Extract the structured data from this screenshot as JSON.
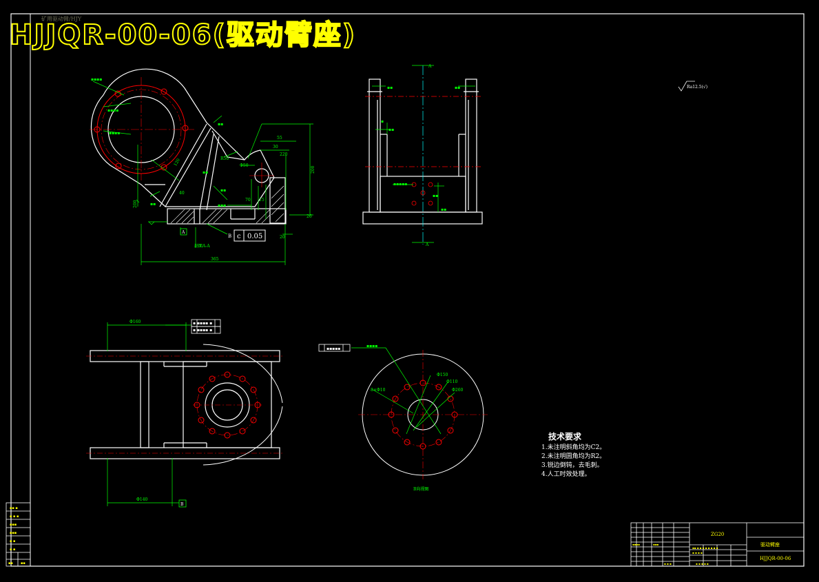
{
  "drawing": {
    "title": "HJJQR-00-06(驱动臂座)",
    "faded_header": "矿用驱动臂/HJY"
  },
  "annotations": {
    "section_label": "剖面A-A",
    "b_view_label": "B向视图",
    "tolerance_value": "0.05",
    "tolerance_symbol": "c",
    "datum_b": "B",
    "datum_a": "A",
    "surface_finish": "Ra12.5(√)",
    "view_a_top": "A",
    "view_a_bottom": "A"
  },
  "dimensions": {
    "overall_length": "365",
    "height_left": "200",
    "height_right": "200",
    "dim_55": "55",
    "dim_30": "30",
    "dim_220": "220",
    "dim_120": "120",
    "dim_70": "70",
    "dim_15": "15",
    "dim_20": "20",
    "dim_26": "26",
    "dim_40": "40",
    "r_label": "R50",
    "phi_label": "Φ50",
    "width_top": "Φ160",
    "width_bottom": "Φ140",
    "bolt_circle": "8×Φ10",
    "phi150": "Φ150",
    "phi110": "Φ110",
    "phi260": "Φ260"
  },
  "tech_requirements": {
    "heading": "技术要求",
    "items": [
      "1.未注明斜角均为C2。",
      "2.未注明圆角均为R2。",
      "3.锐边倒钝，去毛刺。",
      "4.人工时效处理。"
    ]
  },
  "title_block": {
    "material": "ZG20",
    "part_name": "驱动臂座",
    "drawing_no": "HJJQR-00-06"
  },
  "colors": {
    "outline": "#ffffff",
    "dimension": "#00ff00",
    "centerline": "#ff0000",
    "center_axis": "#00ffff",
    "title": "#ffff00"
  }
}
